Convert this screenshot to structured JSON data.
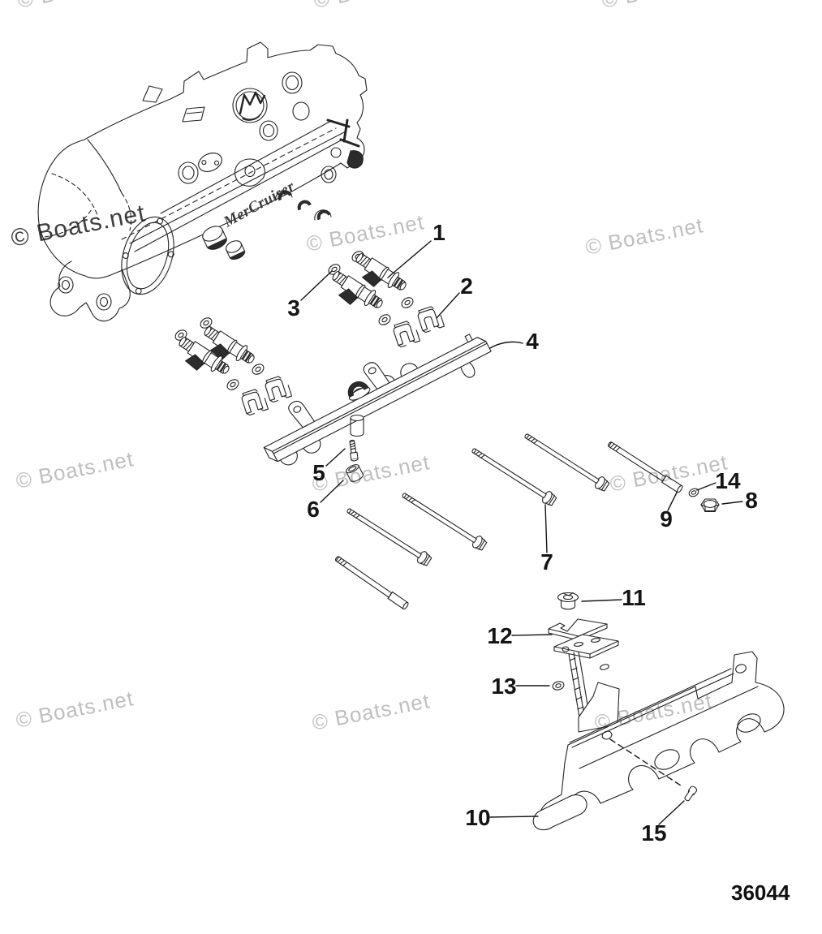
{
  "watermark": {
    "text": "© Boats.net"
  },
  "manifold": {
    "logo_text": "MerCruiser"
  },
  "footer": {
    "diagram_number": "36044"
  },
  "callouts": [
    {
      "label": "1"
    },
    {
      "label": "2"
    },
    {
      "label": "3"
    },
    {
      "label": "4"
    },
    {
      "label": "5"
    },
    {
      "label": "6"
    },
    {
      "label": "7"
    },
    {
      "label": "8"
    },
    {
      "label": "9"
    },
    {
      "label": "10"
    },
    {
      "label": "11"
    },
    {
      "label": "12"
    },
    {
      "label": "13"
    },
    {
      "label": "14"
    },
    {
      "label": "15"
    }
  ]
}
